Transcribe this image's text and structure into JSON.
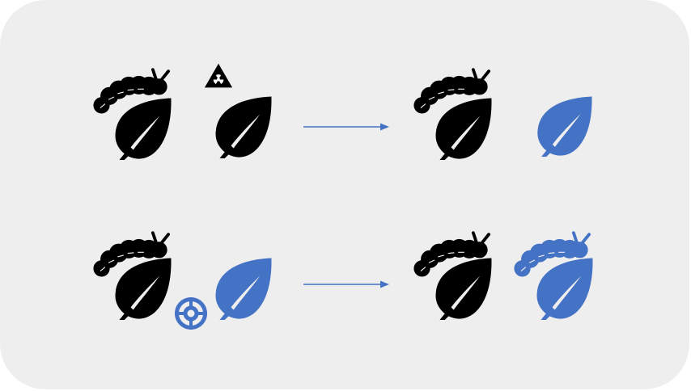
{
  "colors": {
    "panel_background": "#eeeeef",
    "black": "#000000",
    "blue": "#4472c4",
    "arrow": "#4472c4"
  },
  "rows": [
    {
      "left": [
        {
          "icon": "caterpillar-on-leaf-icon",
          "color": "black"
        },
        {
          "icon": "leaf-with-radiation-warning-icon",
          "color": "black"
        }
      ],
      "arrow": "arrow-right-icon",
      "right": [
        {
          "icon": "caterpillar-on-leaf-icon",
          "color": "black"
        },
        {
          "icon": "leaf-icon",
          "color": "blue"
        }
      ]
    },
    {
      "left": [
        {
          "icon": "caterpillar-on-leaf-icon",
          "color": "black"
        },
        {
          "icon": "leaf-with-lifebuoy-icon",
          "color": "blue"
        }
      ],
      "arrow": "arrow-right-icon",
      "right": [
        {
          "icon": "caterpillar-on-leaf-icon",
          "color": "black"
        },
        {
          "icon": "caterpillar-on-leaf-icon",
          "color": "blue"
        }
      ]
    }
  ]
}
